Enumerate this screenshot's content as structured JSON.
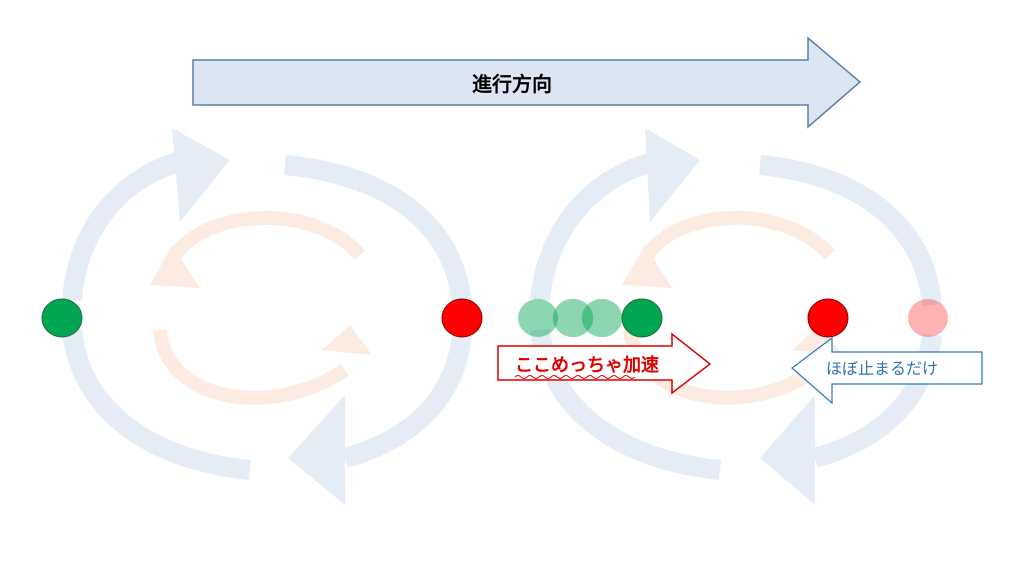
{
  "direction_arrow": {
    "label": "進行方向"
  },
  "accelerate_label": {
    "label": "ここめっちゃ加速"
  },
  "stop_label": {
    "label": "ほぼ止まるだけ"
  },
  "colors": {
    "header_fill": "#dce6f2",
    "header_stroke": "#5b7fa8",
    "cycle_blue": "#dce6f2",
    "cycle_orange": "#fbe5d6",
    "dot_green": "#00a651",
    "dot_red": "#ff0000",
    "accent_red": "#e00000",
    "accent_blue": "#2e75b6"
  }
}
